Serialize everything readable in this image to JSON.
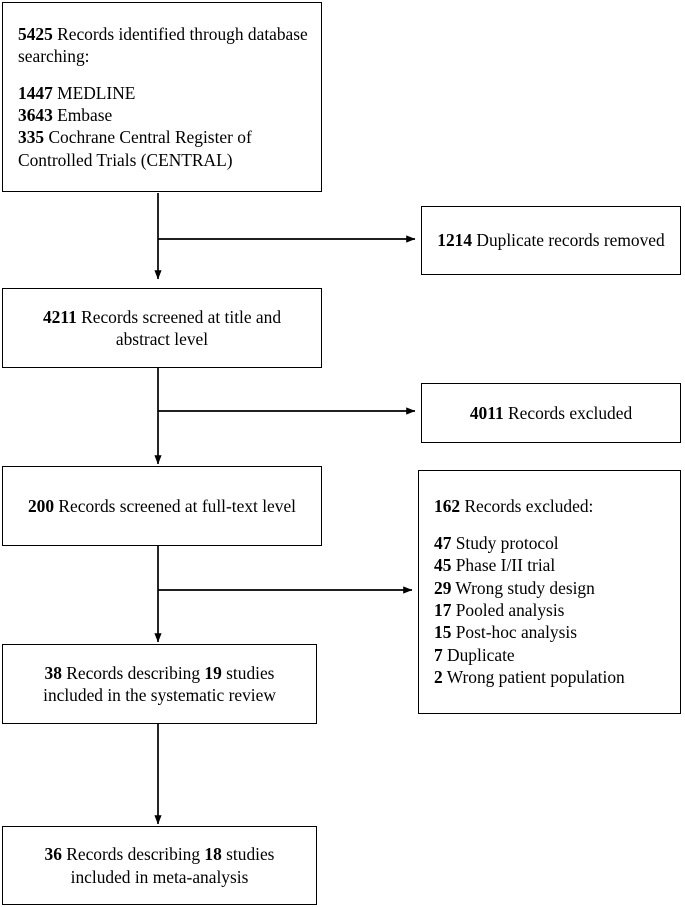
{
  "diagram": {
    "type": "prisma-flow-diagram",
    "title": "PRISMA study selection flow diagram",
    "line_color": "#000000",
    "background_color": "#ffffff",
    "text_color": "#000000"
  },
  "boxes": {
    "identification": {
      "name": "records-identified",
      "count": "5425",
      "label": " Records identified through database searching:",
      "sources": [
        {
          "count": "1447",
          "label": " MEDLINE"
        },
        {
          "count": "3643",
          "label": " Embase"
        },
        {
          "count": "335",
          "label": " Cochrane Central Register of Controlled Trials (CENTRAL)"
        }
      ]
    },
    "duplicates_removed": {
      "name": "duplicate-records-removed",
      "count": "1214",
      "label": " Duplicate records removed"
    },
    "screened_title_abstract": {
      "name": "records-screened-title-abstract",
      "count": "4211",
      "label": " Records screened at title and abstract level"
    },
    "excluded_title_abstract": {
      "name": "records-excluded-title-abstract",
      "count": "4011",
      "label": " Records excluded"
    },
    "screened_full_text": {
      "name": "records-screened-full-text",
      "count": "200",
      "label": " Records screened at full-text level"
    },
    "excluded_full_text": {
      "name": "records-excluded-full-text",
      "count": "162",
      "label": " Records excluded:",
      "reasons": [
        {
          "count": "47",
          "label": " Study protocol"
        },
        {
          "count": "45",
          "label": " Phase I/II trial"
        },
        {
          "count": "29",
          "label": " Wrong study design"
        },
        {
          "count": "17",
          "label": " Pooled analysis"
        },
        {
          "count": "15",
          "label": " Post-hoc analysis"
        },
        {
          "count": "7",
          "label": " Duplicate"
        },
        {
          "count": "2",
          "label": " Wrong patient population"
        }
      ]
    },
    "included_systematic_review": {
      "name": "included-systematic-review",
      "records_count": "38",
      "mid_text": " Records describing ",
      "studies_count": "19",
      "tail_text": " studies included in the systematic review"
    },
    "included_meta_analysis": {
      "name": "included-meta-analysis",
      "records_count": "36",
      "mid_text": " Records describing ",
      "studies_count": "18",
      "tail_text": " studies included in meta-analysis"
    }
  },
  "connectors": [
    {
      "name": "arrow-identification-to-screening",
      "type": "vertical-with-right-branch"
    },
    {
      "name": "arrow-identification-to-duplicates",
      "type": "horizontal-branch"
    },
    {
      "name": "arrow-screening-to-fulltext",
      "type": "vertical-with-right-branch"
    },
    {
      "name": "arrow-screening-to-excluded",
      "type": "horizontal-branch"
    },
    {
      "name": "arrow-fulltext-to-included",
      "type": "vertical-with-right-branch"
    },
    {
      "name": "arrow-fulltext-to-excluded-reasons",
      "type": "horizontal-branch"
    },
    {
      "name": "arrow-included-to-meta-analysis",
      "type": "vertical"
    }
  ]
}
